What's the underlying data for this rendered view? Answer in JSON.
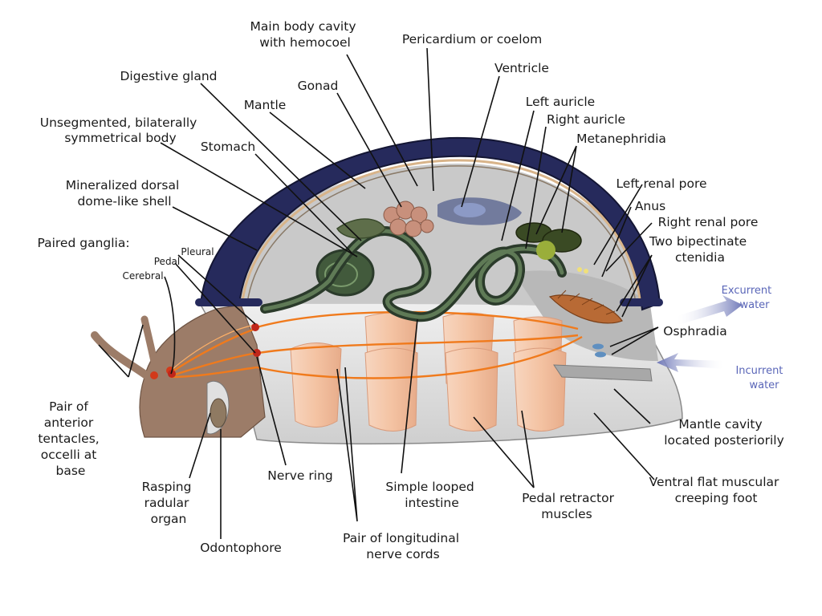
{
  "labels": {
    "main_body_cavity": [
      "Main body cavity",
      "with hemocoel"
    ],
    "pericardium": "Pericardium or coelom",
    "digestive_gland": "Digestive gland",
    "gonad": "Gonad",
    "ventricle": "Ventricle",
    "mantle": "Mantle",
    "left_auricle": "Left auricle",
    "right_auricle": "Right auricle",
    "unsegmented_body": [
      "Unsegmented, bilaterally",
      "symmetrical body"
    ],
    "stomach": "Stomach",
    "metanephridia": "Metanephridia",
    "mineralized_shell": [
      "Mineralized dorsal",
      "dome-like shell"
    ],
    "left_renal_pore": "Left renal pore",
    "anus": "Anus",
    "right_renal_pore": "Right renal pore",
    "paired_ganglia": "Paired ganglia:",
    "two_ctenidia": [
      "Two bipectinate",
      "ctenidia"
    ],
    "pleural": "Pleural",
    "pedal": "Pedal",
    "cerebral": "Cerebral",
    "excurrent_water": [
      "Excurrent",
      "water"
    ],
    "osphradia": "Osphradia",
    "incurrent_water": [
      "Incurrent",
      "water"
    ],
    "anterior_tentacles": [
      "Pair of",
      "anterior",
      "tentacles,",
      "occelli at",
      "base"
    ],
    "mantle_cavity": [
      "Mantle cavity",
      "located posteriorily"
    ],
    "rasping_radular_organ": [
      "Rasping",
      "radular",
      "organ"
    ],
    "nerve_ring": "Nerve ring",
    "simple_looped_intestine": [
      "Simple looped",
      "intestine"
    ],
    "pedal_retractor_muscles": [
      "Pedal retractor",
      "muscles"
    ],
    "ventral_foot": [
      "Ventral flat muscular",
      "creeping foot"
    ],
    "odontophore": "Odontophore",
    "longitudinal_nerve_cords": [
      "Pair of longitudinal",
      "nerve cords"
    ]
  },
  "colors": {
    "shell": "#262a5c",
    "shell_highlight": "#d8b48a",
    "body": "#bdbdbd",
    "head": "#9a7a66",
    "foot": "#d9d9d9",
    "muscle": "#f4c8ad",
    "intestine": "#2b3b2b",
    "nerve": "#f07a1c",
    "gonad": "#c8907c",
    "water_arrow": "#7f87bf"
  }
}
